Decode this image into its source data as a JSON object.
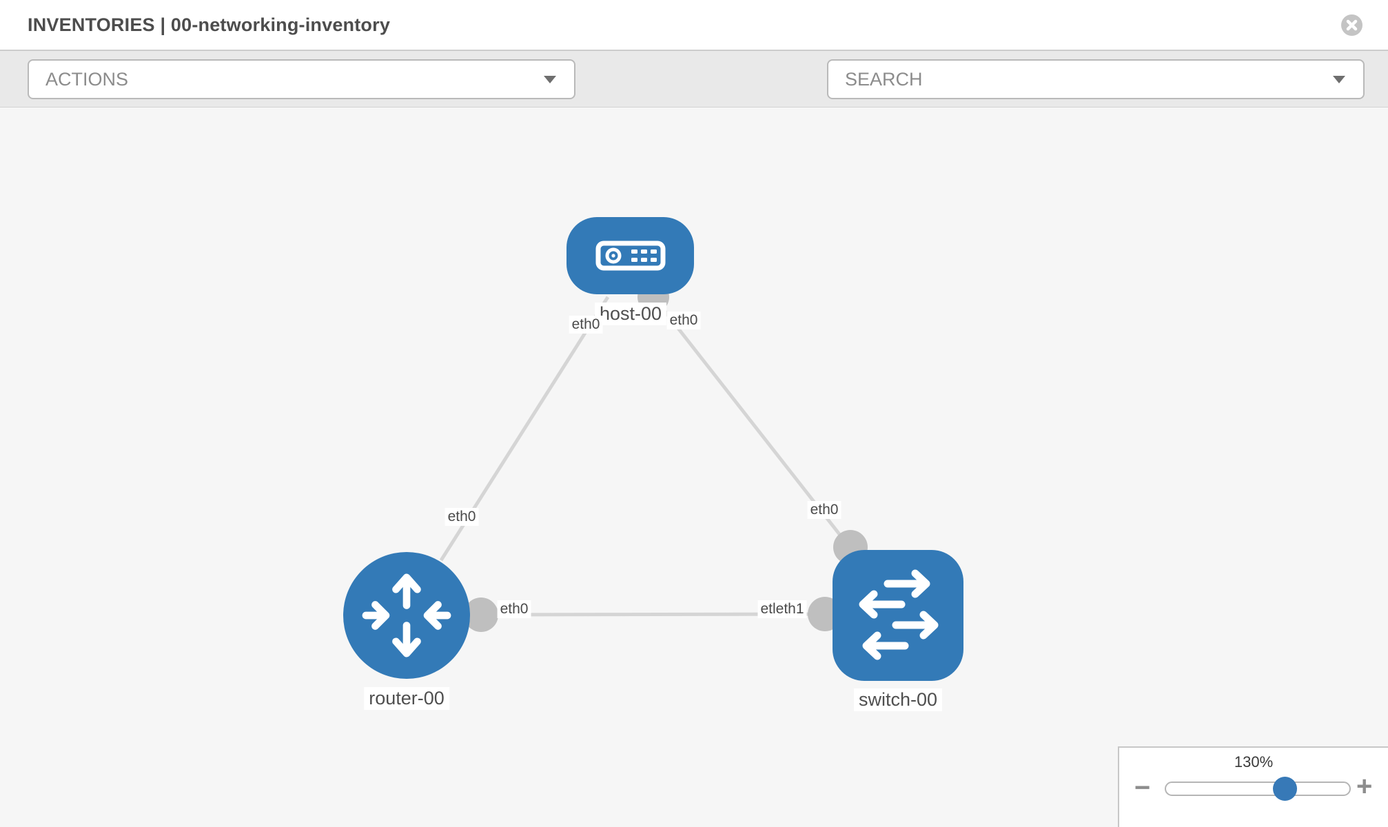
{
  "header": {
    "title": "INVENTORIES | 00-networking-inventory"
  },
  "toolbar": {
    "actions_label": "ACTIONS",
    "search_placeholder": "SEARCH",
    "icons": [
      "wrench-icon",
      "key-icon"
    ]
  },
  "canvas": {
    "nodes": [
      {
        "id": "host-00",
        "type": "host",
        "label": "host-00"
      },
      {
        "id": "router-00",
        "type": "router",
        "label": "router-00"
      },
      {
        "id": "switch-00",
        "type": "switch",
        "label": "switch-00"
      }
    ],
    "links": [
      {
        "from": "host-00",
        "to": "router-00",
        "from_iface": "eth0",
        "to_iface": "eth0"
      },
      {
        "from": "host-00",
        "to": "switch-00",
        "from_iface": "eth0",
        "to_iface": "eth0"
      },
      {
        "from": "router-00",
        "to": "switch-00",
        "from_iface": "eth0",
        "to_iface": "etleth1"
      }
    ]
  },
  "zoom_control": {
    "level": "130%",
    "minus": "−",
    "plus": "+"
  },
  "colors": {
    "node_blue": "#337ab7",
    "link_gray": "#d5d5d5",
    "connector_gray": "#bfbfbf",
    "canvas_bg": "#f6f6f6",
    "toolbar_bg": "#e9e9e9",
    "knob_blue": "#3779b7"
  }
}
